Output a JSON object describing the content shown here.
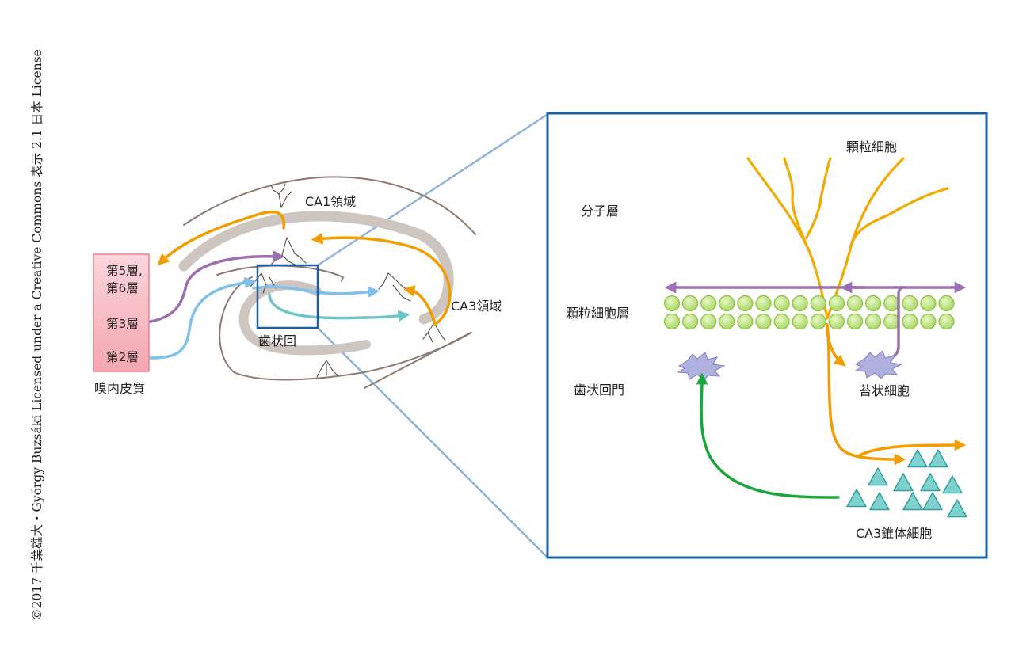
{
  "copyright": "©2017 千葉雄大・György Buzsáki Licensed under a Creative Commons 表示 2.1 日本 License",
  "overview": {
    "entorhinal_cortex": "嗅内皮質",
    "layer_5_6_line1": "第5層,",
    "layer_5_6_line2": "第6層",
    "layer_3": "第3層",
    "layer_2": "第2層",
    "ca1_region": "CA1領域",
    "ca3_region": "CA3領域",
    "dentate_gyrus": "歯状回"
  },
  "detail": {
    "granule_cell": "顆粒細胞",
    "molecular_layer": "分子層",
    "granule_cell_layer": "顆粒細胞層",
    "hilus": "歯状回門",
    "mossy_cell": "苔状細胞",
    "ca3_pyramidal_cells": "CA3錐体細胞"
  },
  "colors": {
    "orange_pathway": "#f39c00",
    "purple_pathway": "#9b6fb2",
    "light_blue_pathway": "#7ec1ea",
    "teal_pathway": "#6cc5c8",
    "green_pathway": "#1aa63a",
    "hippocampus_band": "#cdc5bf",
    "outline": "#8c7b72",
    "frame_blue": "#1a5fa8",
    "zoom_line": "#8fb3dd",
    "ec_box_fill": "#f6b5be",
    "ec_box_stroke": "#ea8191",
    "granule_cell_fill": "#bce37a",
    "granule_cell_stroke": "#8ec23f",
    "mossy_cell_fill": "#b0b0df",
    "pyramid_fill": "#7fd1cf",
    "pyramid_stroke": "#2e9c9a"
  }
}
